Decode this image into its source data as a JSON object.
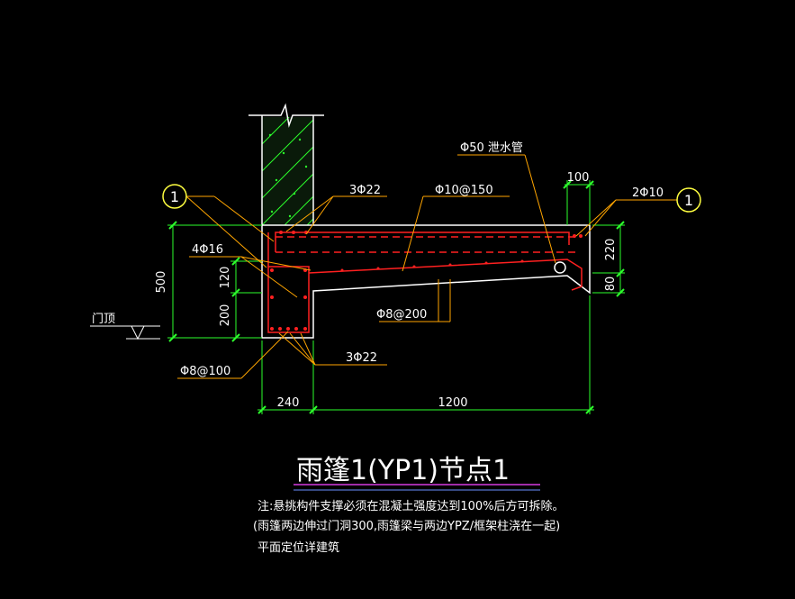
{
  "title": "雨篷1(YP1)节点1",
  "notes": [
    "注:悬挑构件支撑必须在混凝土强度达到100%后方可拆除。",
    "(雨篷两边伸过门洞300,雨篷梁与两边YPZ/框架柱浇在一起)",
    "平面定位详建筑"
  ],
  "labels": {
    "drain_pipe": "Φ50 泄水管",
    "bar_3phi22_top": "3Φ22",
    "bar_phi10_150": "Φ10@150",
    "bar_2phi10": "2Φ10",
    "bar_4phi16": "4Φ16",
    "bar_phi8_200": "Φ8@200",
    "bar_phi8_100": "Φ8@100",
    "bar_3phi22_bottom": "3Φ22",
    "door_top": "门顶",
    "callout_left": "1",
    "callout_right": "1"
  },
  "dimensions": {
    "beam_height": "500",
    "beam_upper": "120",
    "beam_lower": "200",
    "wall_width": "240",
    "canopy_length": "1200",
    "edge_width": "100",
    "edge_upper": "220",
    "edge_lower": "80"
  },
  "colors": {
    "background": "#000000",
    "outline": "#ffffff",
    "rebar": "#ff2020",
    "dimension": "#2cff2c",
    "leader": "#ffa500",
    "title_underline_1": "#d63be0",
    "title_underline_2": "#6a8fff"
  }
}
